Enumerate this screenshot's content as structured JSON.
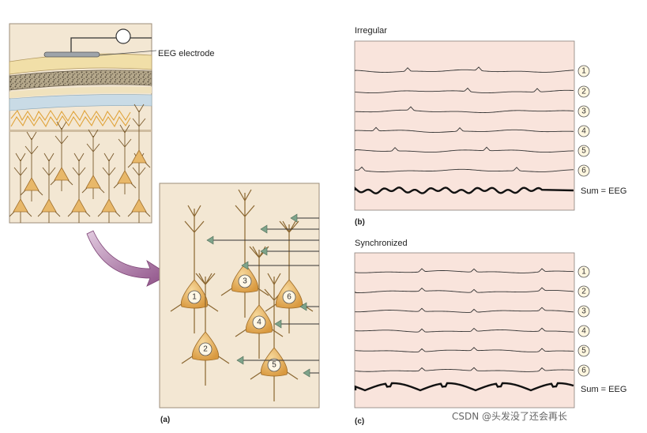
{
  "panel_a": {
    "label": "(a)",
    "electrode_label": "EEG electrode",
    "neuron_numbers": [
      "1",
      "2",
      "3",
      "4",
      "5",
      "6"
    ]
  },
  "panel_b": {
    "label": "(b)",
    "title": "Irregular",
    "channel_numbers": [
      "1",
      "2",
      "3",
      "4",
      "5",
      "6"
    ],
    "sum_label": "Sum = EEG"
  },
  "panel_c": {
    "label": "(c)",
    "title": "Synchronized",
    "channel_numbers": [
      "1",
      "2",
      "3",
      "4",
      "5",
      "6"
    ],
    "sum_label": "Sum = EEG"
  },
  "watermark": "CSDN @头发没了还会再长",
  "colors": {
    "trace_bg": "#f9e4dc",
    "neuron": "#e8b86a",
    "arrow": "#9b5a8f",
    "skull": "#f1dfa8",
    "tissue": "#f3e7d3"
  }
}
